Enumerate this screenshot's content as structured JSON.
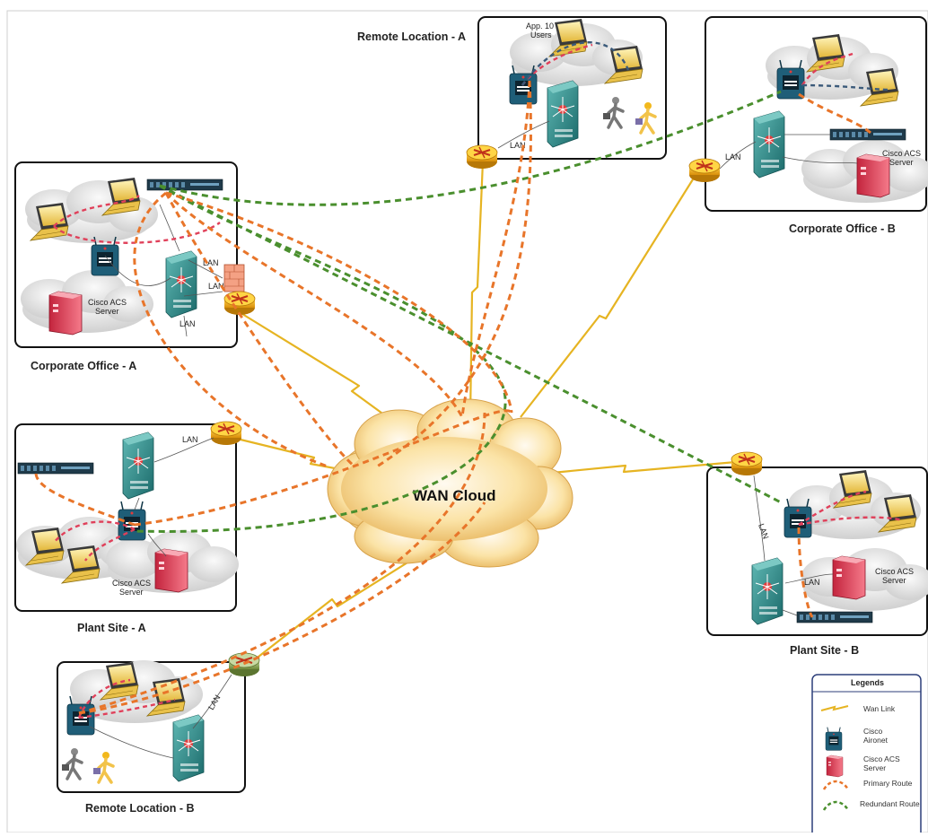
{
  "diagram": {
    "wan_label": "WAN Cloud",
    "lan_label": "LAN",
    "sites": {
      "corp_a": "Corporate Office  - A",
      "corp_b": "Corporate Office  - B",
      "remote_a": "Remote Location - A",
      "remote_b": "Remote Location - B",
      "plant_a": "Plant Site - A",
      "plant_b": "Plant Site - B"
    },
    "server_label_1": "Cisco ACS",
    "server_label_2": "Server",
    "users_label_1": "App. 10",
    "users_label_2": "Users"
  },
  "legend": {
    "title": "Legends",
    "items": [
      {
        "label": "Wan Link"
      },
      {
        "label": "Cisco",
        "label2": "Aironet"
      },
      {
        "label": "Cisco ACS",
        "label2": "Server"
      },
      {
        "label": "Primary Route"
      },
      {
        "label": "Redundant Route"
      }
    ]
  },
  "colors": {
    "primary_route": "#e8752a",
    "redundant_route": "#4a8f2e",
    "wireless_link": "#e0405a",
    "wan_link": "#e6b422",
    "router": "#f2b81c",
    "switch": "#2e8b8b",
    "server": "#e84a60",
    "cloud": "#f7d78a"
  }
}
